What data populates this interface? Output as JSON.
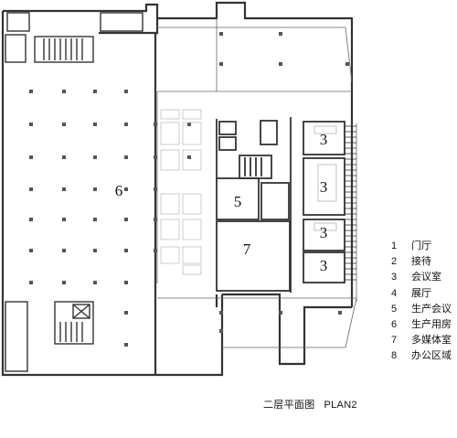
{
  "plan": {
    "caption_cn": "二层平面图",
    "caption_en": "PLAN2",
    "room_labels": {
      "a": "6",
      "b": "5",
      "c": "7",
      "d1": "3",
      "d2": "3",
      "d3": "3",
      "d4": "3"
    }
  },
  "legend": [
    {
      "num": "1",
      "label": "门厅"
    },
    {
      "num": "2",
      "label": "接待"
    },
    {
      "num": "3",
      "label": "会议室"
    },
    {
      "num": "4",
      "label": "展厅"
    },
    {
      "num": "5",
      "label": "生产会议"
    },
    {
      "num": "6",
      "label": "生产用房"
    },
    {
      "num": "7",
      "label": "多媒体室"
    },
    {
      "num": "8",
      "label": "办公区域"
    }
  ]
}
